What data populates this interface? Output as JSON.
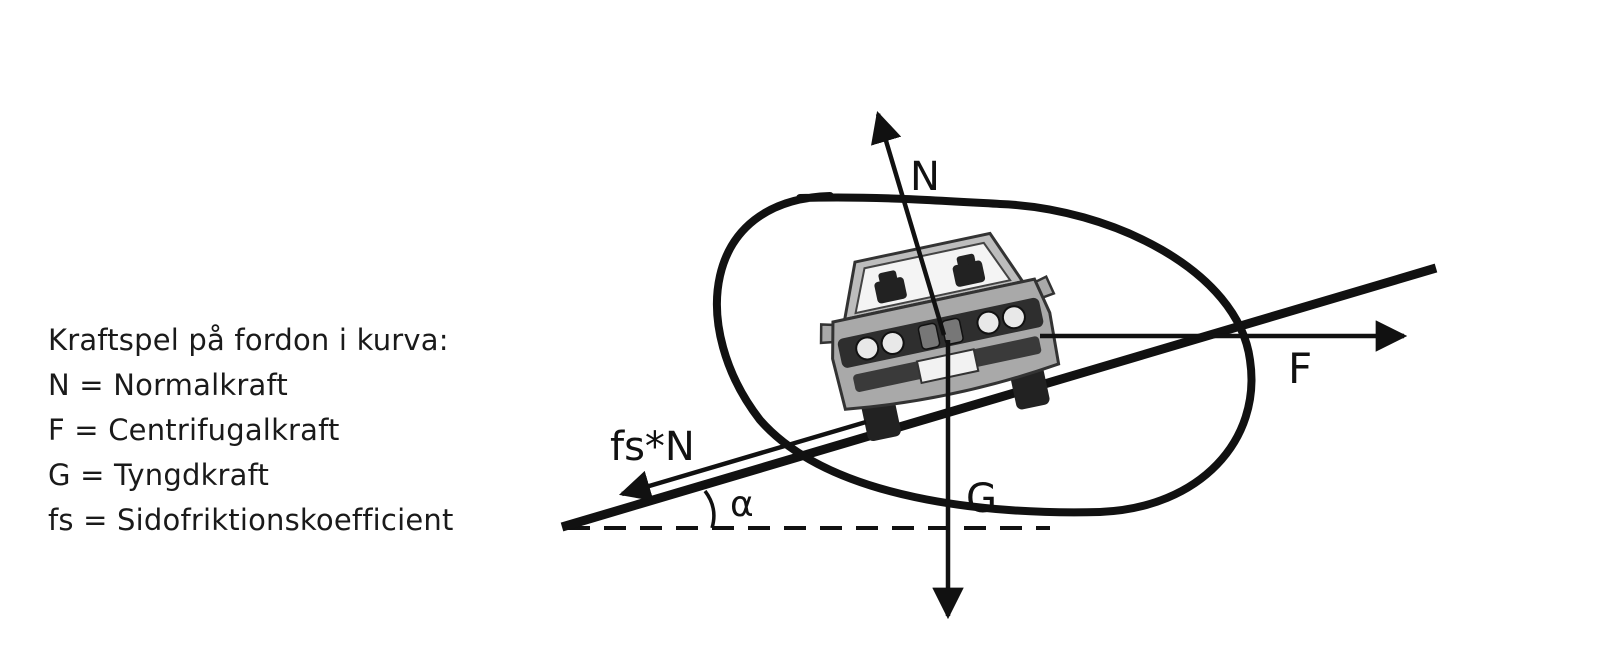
{
  "legend": {
    "title": "Kraftspel på fordon i kurva:",
    "items": [
      "N = Normalkraft",
      "F = Centrifugalkraft",
      "G = Tyngdkraft",
      "fs = Sidofriktionskoefficient"
    ]
  },
  "labels": {
    "normal": "N",
    "centrifugal": "F",
    "gravity": "G",
    "friction": "fs*N",
    "angle": "α"
  },
  "colors": {
    "ink": "#111111",
    "car_body": "#a9a9a9",
    "car_dark": "#2a2a2a"
  }
}
